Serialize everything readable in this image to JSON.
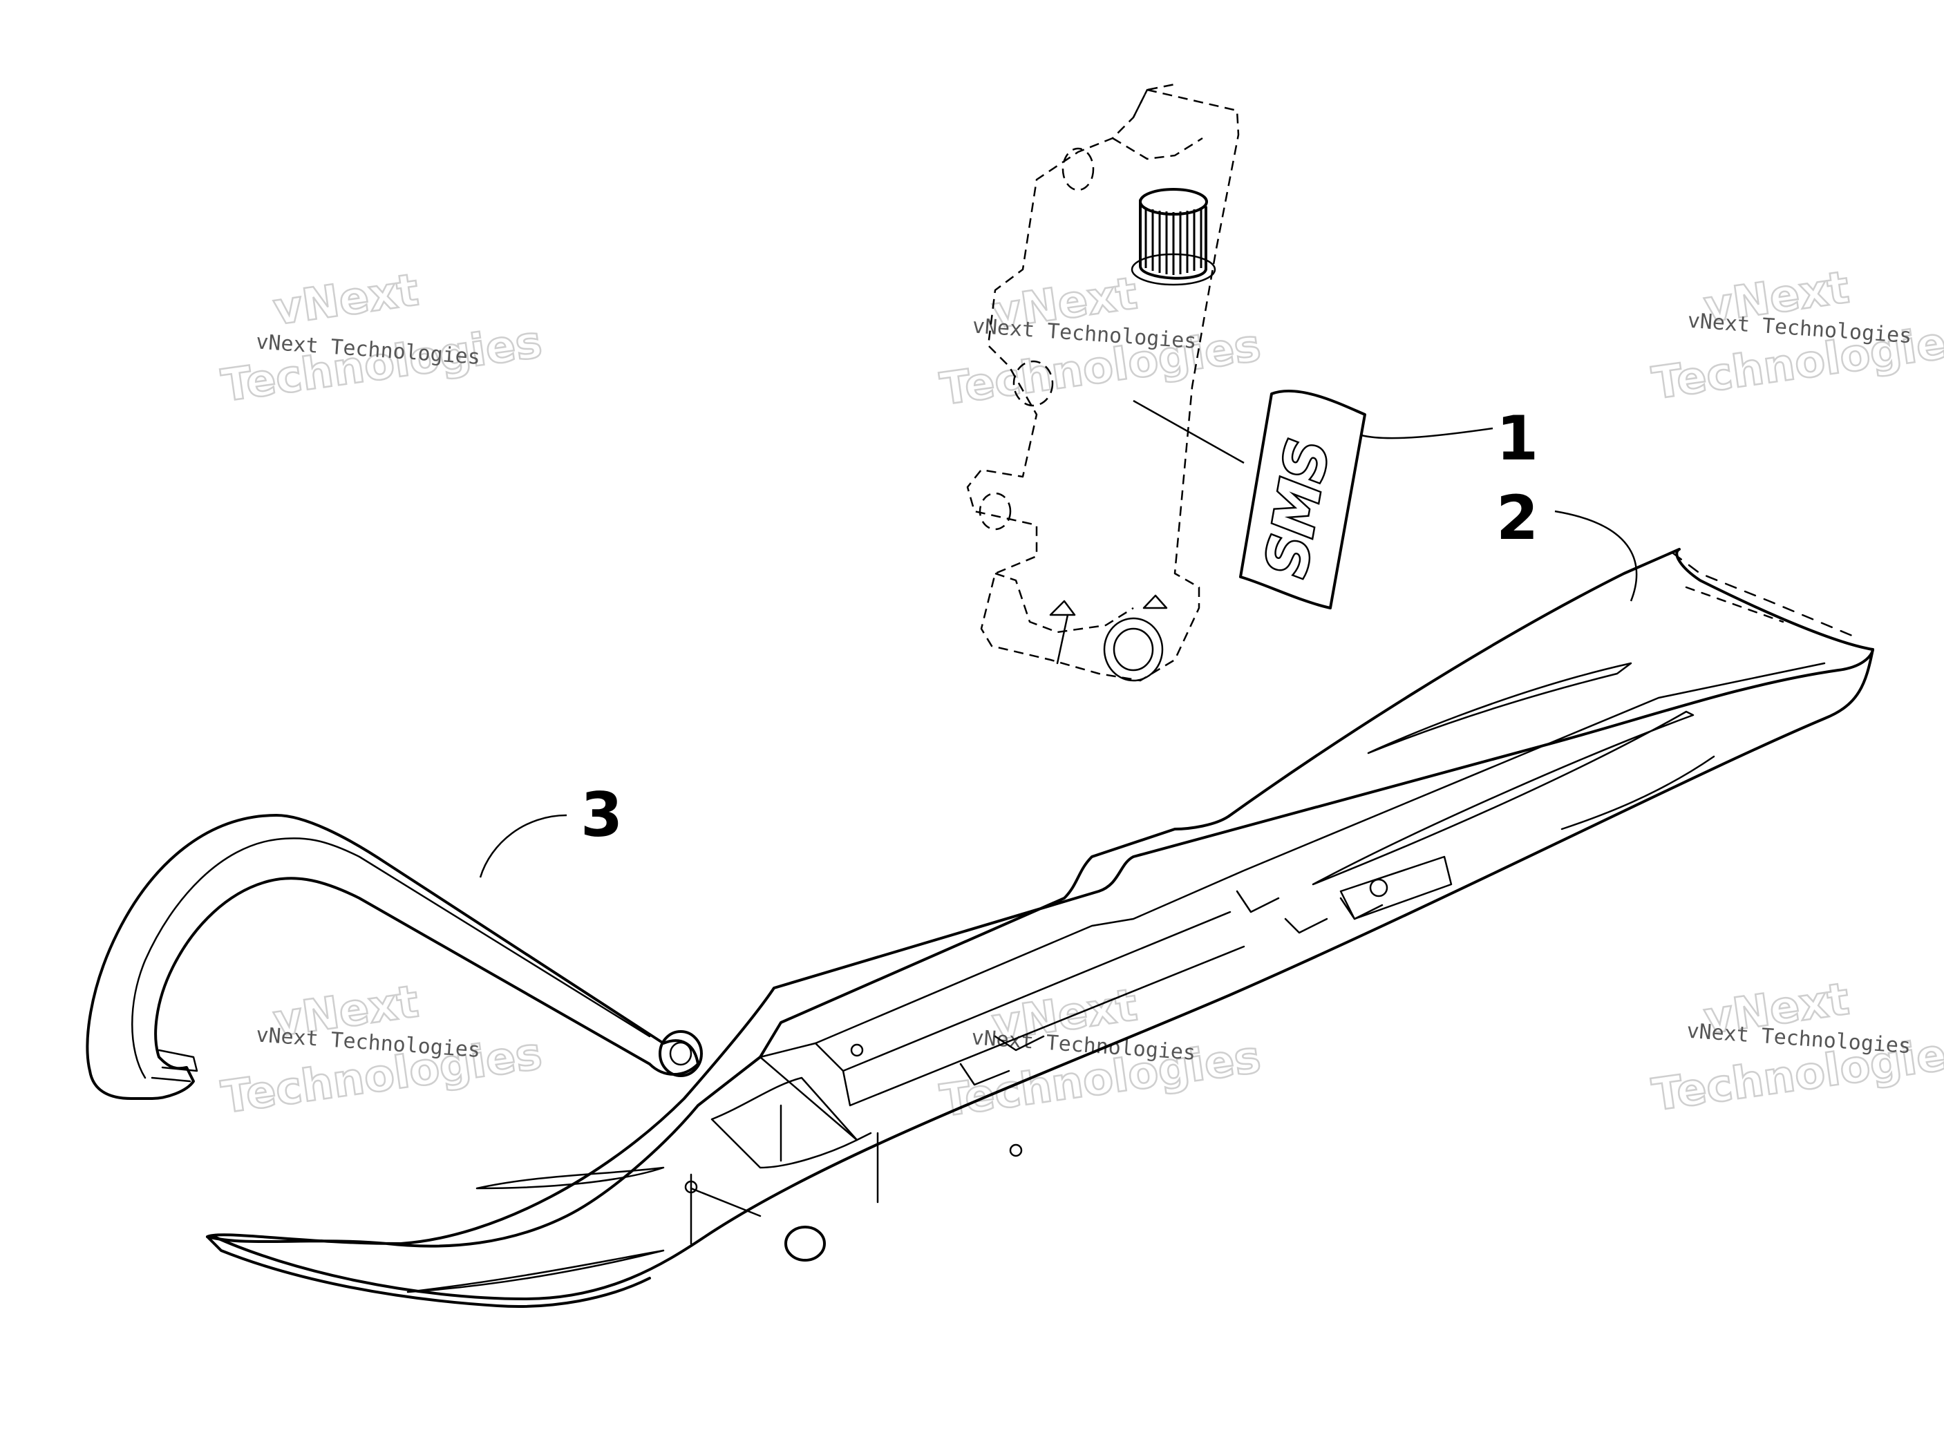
{
  "callouts": [
    {
      "number": "1",
      "part": "decal"
    },
    {
      "number": "2",
      "part": "ski"
    },
    {
      "number": "3",
      "part": "ski-loop-handle"
    }
  ],
  "decal": {
    "text": "SMS"
  },
  "watermark": {
    "line_small": "vNext Technologies",
    "line_top": "vNext",
    "line_bottom": "Technologies"
  },
  "colors": {
    "ink": "#000000",
    "watermark": "#cfcfcf",
    "background": "#ffffff"
  }
}
